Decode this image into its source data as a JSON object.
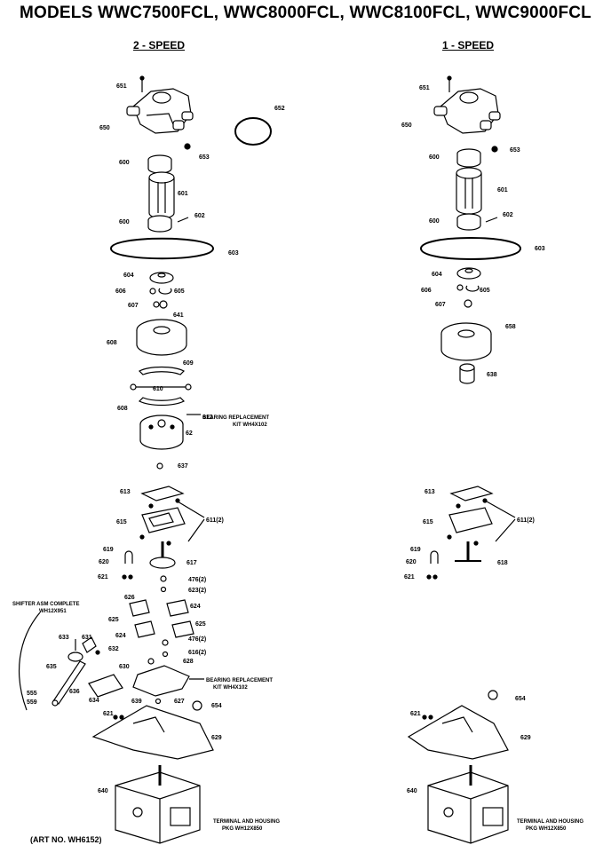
{
  "header": {
    "title": "MODELS WWC7500FCL, WWC8000FCL, WWC8100FCL, WWC9000FCL",
    "left_column": "2 - SPEED",
    "right_column": "1 - SPEED"
  },
  "left_labels": {
    "p651": "651",
    "p650": "650",
    "p652": "652",
    "p653": "653",
    "p600a": "600",
    "p601": "601",
    "p600b": "600",
    "p602": "602",
    "p603": "603",
    "p604": "604",
    "p606": "606",
    "p605": "605",
    "p607": "607",
    "p641": "641",
    "p608": "608",
    "p609": "609",
    "p610": "610",
    "p608b": "608",
    "p612": "612",
    "p637": "637",
    "p613": "613",
    "p615": "615",
    "p611": "611(2)",
    "p619": "619",
    "p620": "620",
    "p617": "617",
    "p621": "621",
    "p476a": "476(2)",
    "p623": "623(2)",
    "p626": "626",
    "p624a": "624",
    "p625a": "625",
    "p625b": "625",
    "p624b": "624",
    "p476b": "476(2)",
    "p633": "633",
    "p631": "631",
    "p632": "632",
    "p616": "616(2)",
    "p628": "628",
    "p635": "635",
    "p630": "630",
    "p636": "636",
    "p634": "634",
    "p555": "555",
    "p559": "559",
    "p639": "639",
    "p627": "627",
    "p654": "654",
    "p621b": "621",
    "p629": "629",
    "p640": "640"
  },
  "right_labels": {
    "p651": "651",
    "p650": "650",
    "p653": "653",
    "p600a": "600",
    "p601": "601",
    "p600b": "600",
    "p602": "602",
    "p603": "603",
    "p604": "604",
    "p606": "606",
    "p605": "605",
    "p607": "607",
    "p638": "638",
    "p658": "658",
    "p613": "613",
    "p615": "615",
    "p611": "611(2)",
    "p619": "619",
    "p620": "620",
    "p618": "618",
    "p621": "621",
    "p654": "654",
    "p621b": "621",
    "p629": "629",
    "p640": "640"
  },
  "notes": {
    "bearing_kit_1a": "BEARING REPLACEMENT",
    "bearing_kit_1b": "KIT WH4X102",
    "bearing_kit_2a": "BEARING REPLACEMENT",
    "bearing_kit_2b": "KIT WH4X102",
    "shifter_a": "SHIFTER ASM COMPLETE",
    "shifter_b": "WH12X951",
    "terminal_left_a": "TERMINAL AND HOUSING",
    "terminal_left_b": "PKG WH12X850",
    "terminal_right_a": "TERMINAL AND HOUSING",
    "terminal_right_b": "PKG WH12X850"
  },
  "footer": {
    "art_no": "(ART NO. WH6152)"
  }
}
